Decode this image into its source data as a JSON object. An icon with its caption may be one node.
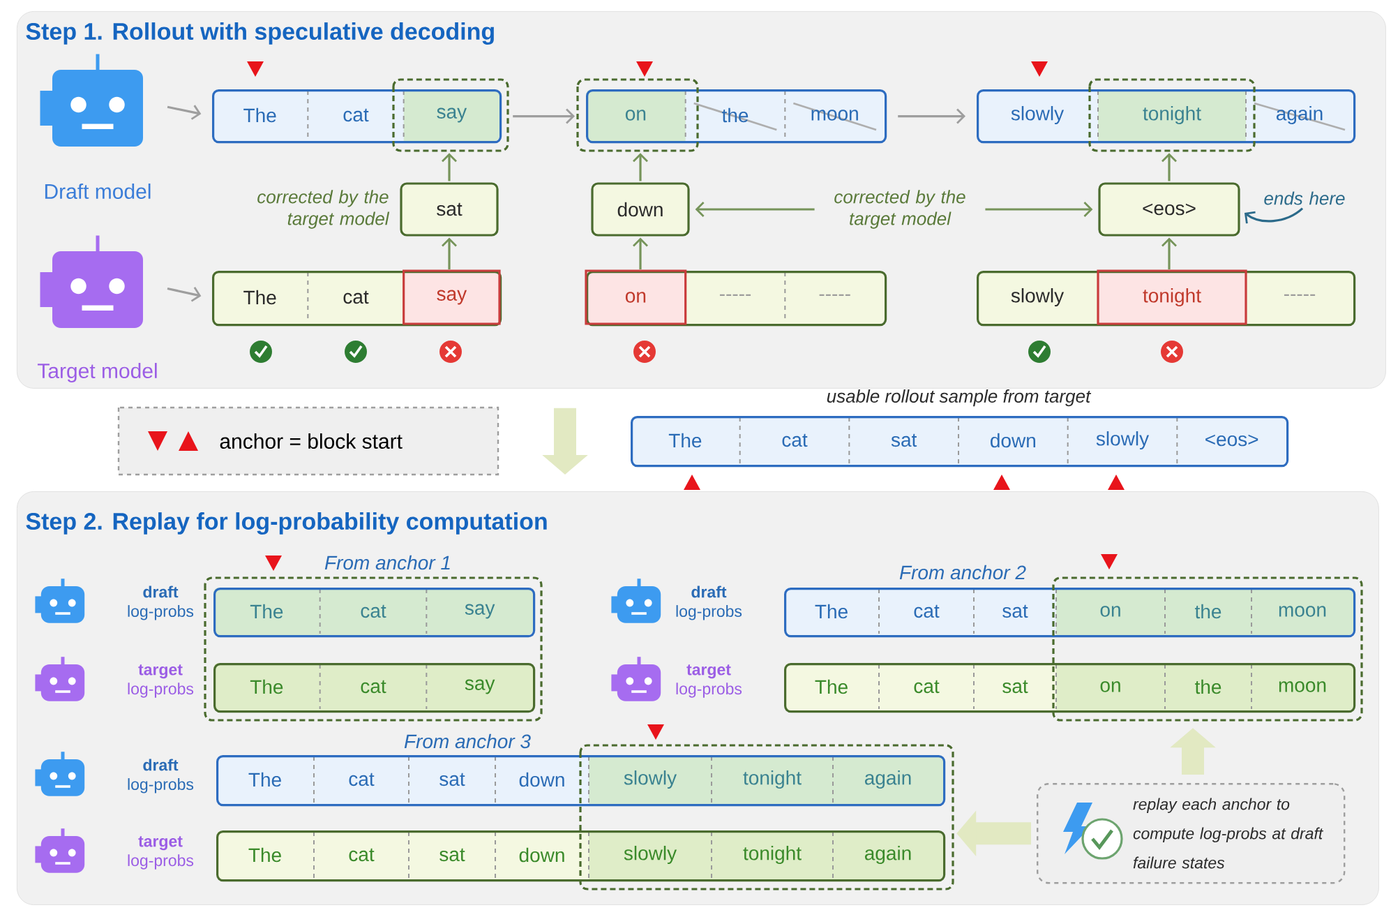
{
  "diagram": {
    "nodes": [
      {
        "text": [
          "Step 1. Rollout with speculative decoding"
        ]
      },
      {
        "text": [],
        "shape": "robot",
        "beside": [
          "Draft model"
        ],
        "in": 0
      },
      {
        "text": [],
        "shape": "robot",
        "beside": [
          "Target model"
        ],
        "in": 0
      },
      {
        "text": [
          "The",
          "cat",
          "say"
        ],
        "in": 0
      },
      {
        "text": [
          "on",
          "the",
          "moon"
        ],
        "in": 0
      },
      {
        "text": [
          "slowly",
          "tonight",
          "again"
        ],
        "in": 0
      },
      {
        "text": [
          "sat"
        ],
        "in": 0
      },
      {
        "text": [
          "down"
        ],
        "in": 0
      },
      {
        "text": [
          "<eos>"
        ],
        "in": 0
      },
      {
        "text": [
          "The",
          "cat",
          "say"
        ],
        "in": 0
      },
      {
        "text": [
          "on",
          "-----",
          "-----"
        ],
        "in": 0
      },
      {
        "text": [
          "slowly",
          "tonight",
          "-----"
        ],
        "in": 0
      },
      {
        "text": [
          "corrected by the target model"
        ],
        "in": 0
      },
      {
        "text": [
          "ends here"
        ],
        "in": 0
      },
      {
        "text": [
          "The",
          "cat",
          "sat",
          "down",
          "slowly",
          "<eos>"
        ],
        "beside": [
          "usable rollout sample from target"
        ]
      },
      {
        "text": [
          "Step 2. Replay for log-probability computation"
        ]
      },
      {
        "text": [
          "The",
          "cat",
          "say"
        ],
        "beside": [
          "From anchor 1"
        ],
        "in": 15
      },
      {
        "text": [
          "The",
          "cat",
          "say"
        ],
        "in": 15
      },
      {
        "text": [
          "The",
          "cat",
          "sat",
          "on",
          "the",
          "moon"
        ],
        "beside": [
          "From anchor 2"
        ],
        "in": 15
      },
      {
        "text": [
          "The",
          "cat",
          "sat",
          "on",
          "the",
          "moon"
        ],
        "in": 15
      },
      {
        "text": [
          "The",
          "cat",
          "sat",
          "down",
          "slowly",
          "tonight",
          "again"
        ],
        "beside": [
          "From anchor 3"
        ],
        "in": 15
      },
      {
        "text": [
          "The",
          "cat",
          "sat",
          "down",
          "slowly",
          "tonight",
          "again"
        ],
        "in": 15
      },
      {
        "text": [
          "replay each anchor to compute log-probs at draft failure states"
        ],
        "in": 15
      }
    ],
    "edges": [
      {
        "from": 1,
        "to": 3,
        "arrow": "to",
        "color": "#9e9e9e"
      },
      {
        "from": 2,
        "to": 9,
        "arrow": "to",
        "color": "#9e9e9e"
      },
      {
        "from": 3,
        "to": 4,
        "arrow": "to",
        "color": "#9e9e9e"
      },
      {
        "from": 4,
        "to": 5,
        "arrow": "to",
        "color": "#9e9e9e"
      },
      {
        "from": 9,
        "to": 6,
        "arrow": "to",
        "color": "#76945a"
      },
      {
        "from": 6,
        "to": 3,
        "arrow": "to",
        "color": "#76945a"
      },
      {
        "from": 10,
        "to": 7,
        "arrow": "to",
        "color": "#76945a"
      },
      {
        "from": 7,
        "to": 4,
        "arrow": "to",
        "color": "#76945a"
      },
      {
        "from": 11,
        "to": 8,
        "arrow": "to",
        "color": "#76945a"
      },
      {
        "from": 8,
        "to": 5,
        "arrow": "to",
        "color": "#76945a"
      },
      {
        "from": 12,
        "to": 7,
        "arrow": "to",
        "color": "#76945a"
      },
      {
        "from": 12,
        "to": 8,
        "arrow": "to",
        "color": "#76945a"
      },
      {
        "from": 13,
        "to": 8,
        "arrow": "to",
        "color": "#2b6a8a"
      },
      {
        "from": 0,
        "to": 15,
        "arrow": "to",
        "style": "thick",
        "color": "#e2e9c2"
      },
      {
        "from": 22,
        "to": 19,
        "arrow": "to",
        "style": "thick",
        "color": "#e2e9c2"
      },
      {
        "from": 22,
        "to": 21,
        "arrow": "to",
        "style": "thick",
        "color": "#e2e9c2"
      }
    ],
    "labels": [
      "corrected by the target model",
      "**draft** log-probs",
      "**target** log-probs",
      "**draft** log-probs",
      "**target** log-probs",
      "**draft** log-probs",
      "**target** log-probs"
    ],
    "legend": [
      {
        "text": "anchor = block start"
      }
    ]
  }
}
